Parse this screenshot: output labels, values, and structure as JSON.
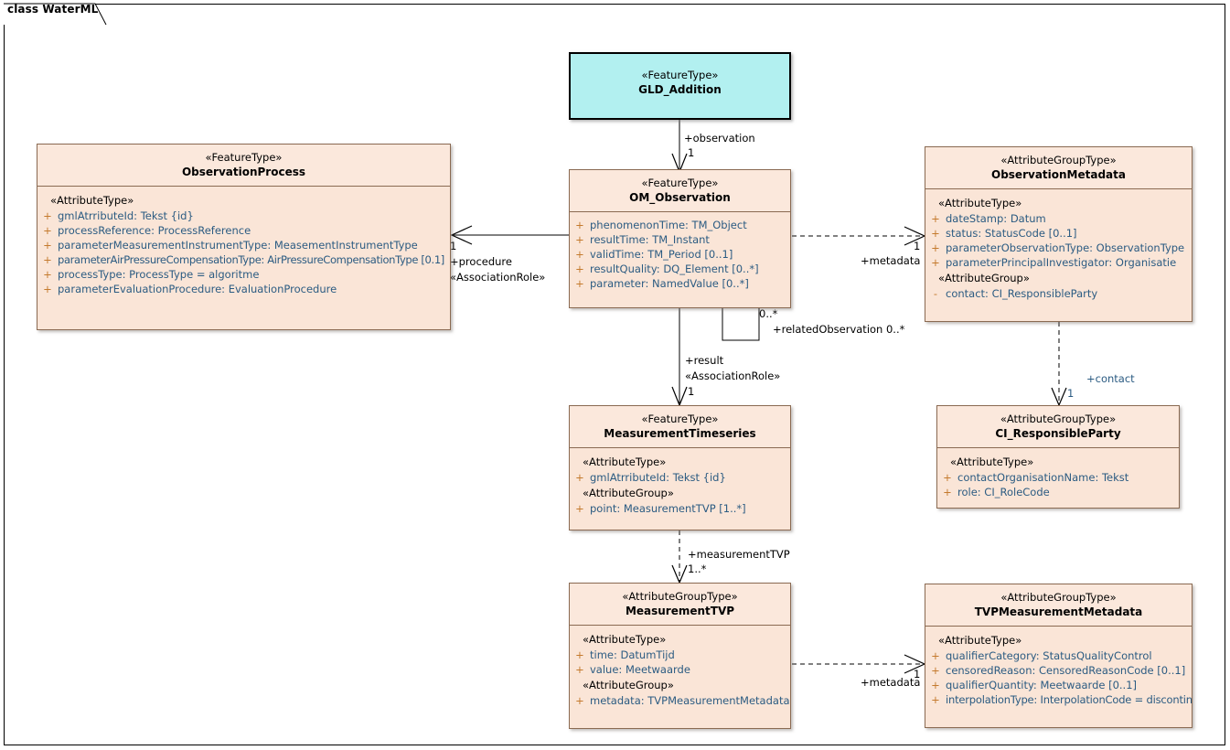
{
  "diagram": {
    "title": "class WaterML",
    "colors": {
      "class_fill": "#fae5d7",
      "class_header_fill": "#fbe8dc",
      "class_border": "#8a6a52",
      "highlight_fill": "#b2f0f0",
      "attribute_text": "#2b5b82",
      "visibility_text": "#c47a2e"
    }
  },
  "classes": {
    "gld_addition": {
      "stereotype": "«FeatureType»",
      "name": "GLD_Addition",
      "sections": []
    },
    "observation_process": {
      "stereotype": "«FeatureType»",
      "name": "ObservationProcess",
      "sections": [
        {
          "group": "«AttributeType»",
          "attributes": [
            {
              "vis": "+",
              "text": "gmlAtrributeId: Tekst {id}"
            },
            {
              "vis": "+",
              "text": "processReference: ProcessReference"
            },
            {
              "vis": "+",
              "text": "parameterMeasurementInstrumentType: MeasementInstrumentType"
            },
            {
              "vis": "+",
              "text": "parameterAirPressureCompensationType: AirPressureCompensationType [0.1]"
            },
            {
              "vis": "+",
              "text": "processType: ProcessType = algoritme"
            },
            {
              "vis": "+",
              "text": "parameterEvaluationProcedure: EvaluationProcedure"
            }
          ]
        }
      ]
    },
    "om_observation": {
      "stereotype": "«FeatureType»",
      "name": "OM_Observation",
      "sections": [
        {
          "group": "",
          "attributes": [
            {
              "vis": "+",
              "text": "phenomenonTime: TM_Object"
            },
            {
              "vis": "+",
              "text": "resultTime: TM_Instant"
            },
            {
              "vis": "+",
              "text": "validTime: TM_Period [0..1]"
            },
            {
              "vis": "+",
              "text": "resultQuality: DQ_Element [0..*]"
            },
            {
              "vis": "+",
              "text": "parameter: NamedValue [0..*]"
            }
          ]
        }
      ]
    },
    "observation_metadata": {
      "stereotype": "«AttributeGroupType»",
      "name": "ObservationMetadata",
      "sections": [
        {
          "group": "«AttributeType»",
          "attributes": [
            {
              "vis": "+",
              "text": "dateStamp: Datum"
            },
            {
              "vis": "+",
              "text": "status: StatusCode [0..1]"
            },
            {
              "vis": "+",
              "text": "parameterObservationType: ObservationType"
            },
            {
              "vis": "+",
              "text": "parameterPrincipalInvestigator: Organisatie"
            }
          ]
        },
        {
          "group": "«AttributeGroup»",
          "attributes": [
            {
              "vis": "-",
              "text": "contact: CI_ResponsibleParty"
            }
          ]
        }
      ]
    },
    "measurement_timeseries": {
      "stereotype": "«FeatureType»",
      "name": "MeasurementTimeseries",
      "sections": [
        {
          "group": "«AttributeType»",
          "attributes": [
            {
              "vis": "+",
              "text": "gmlAtrributeId: Tekst {id}"
            }
          ]
        },
        {
          "group": "«AttributeGroup»",
          "attributes": [
            {
              "vis": "+",
              "text": "point: MeasurementTVP [1..*]"
            }
          ]
        }
      ]
    },
    "ci_responsible_party": {
      "stereotype": "«AttributeGroupType»",
      "name": "CI_ResponsibleParty",
      "sections": [
        {
          "group": "«AttributeType»",
          "attributes": [
            {
              "vis": "+",
              "text": "contactOrganisationName: Tekst"
            },
            {
              "vis": "+",
              "text": "role: CI_RoleCode"
            }
          ]
        }
      ]
    },
    "measurement_tvp": {
      "stereotype": "«AttributeGroupType»",
      "name": "MeasurementTVP",
      "sections": [
        {
          "group": "«AttributeType»",
          "attributes": [
            {
              "vis": "+",
              "text": "time: DatumTijd"
            },
            {
              "vis": "+",
              "text": "value: Meetwaarde"
            }
          ]
        },
        {
          "group": "«AttributeGroup»",
          "attributes": [
            {
              "vis": "+",
              "text": "metadata: TVPMeasurementMetadata"
            }
          ]
        }
      ]
    },
    "tvp_measurement_metadata": {
      "stereotype": "«AttributeGroupType»",
      "name": "TVPMeasurementMetadata",
      "sections": [
        {
          "group": "«AttributeType»",
          "attributes": [
            {
              "vis": "+",
              "text": "qualifierCategory: StatusQualityControl"
            },
            {
              "vis": "+",
              "text": "censoredReason: CensoredReasonCode [0..1]"
            },
            {
              "vis": "+",
              "text": "qualifierQuantity: Meetwaarde [0..1]"
            },
            {
              "vis": "+",
              "text": "interpolationType: InterpolationCode = discontinu"
            }
          ]
        }
      ]
    }
  },
  "connectors": {
    "observation": {
      "role": "+observation",
      "mult": "1"
    },
    "procedure": {
      "mult": "1",
      "role": "+procedure",
      "stereotype": "«AssociationRole»"
    },
    "metadata_top": {
      "mult": "1",
      "role": "+metadata"
    },
    "related_observation": {
      "mult_source": "0..*",
      "role": "+relatedObservation 0..*"
    },
    "result": {
      "role": "+result",
      "stereotype": "«AssociationRole»",
      "mult": "1"
    },
    "contact": {
      "role": "+contact",
      "mult": "1"
    },
    "measurement_tvp": {
      "role": "+measurementTVP",
      "mult": "1..*"
    },
    "metadata_bottom": {
      "mult": "1",
      "role": "+metadata"
    }
  }
}
